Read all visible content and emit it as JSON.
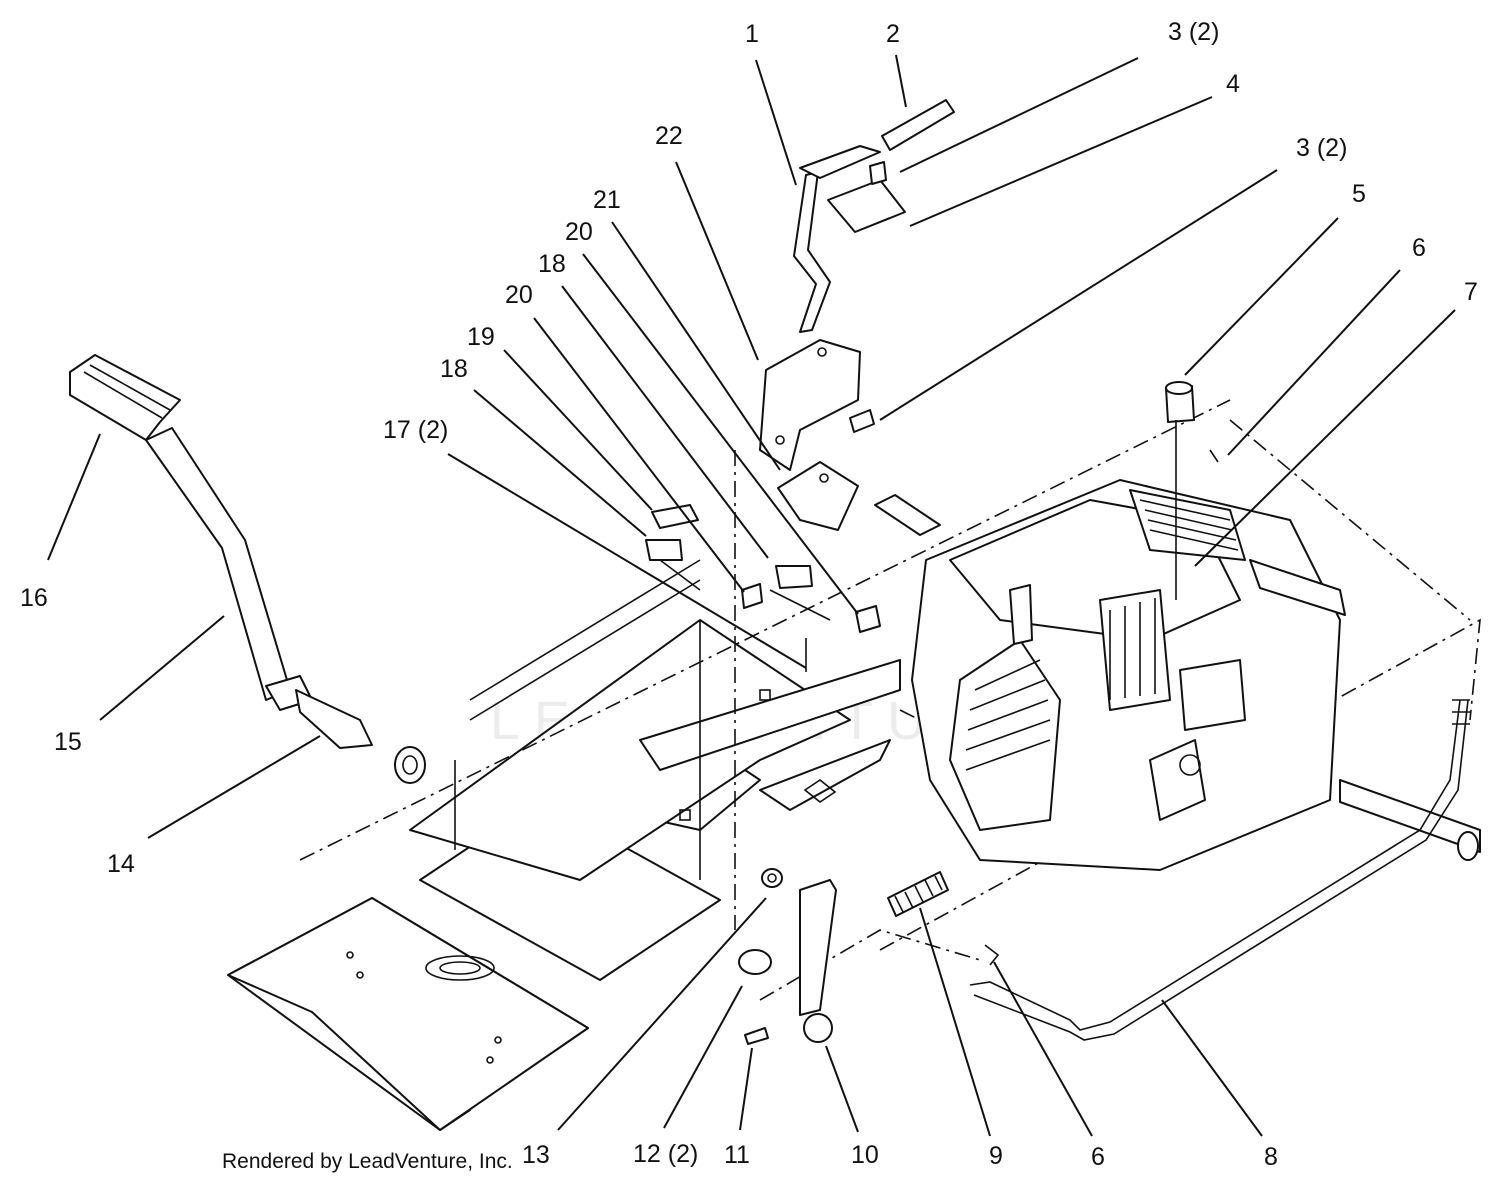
{
  "diagram": {
    "credit": "Rendered by LeadVenture, Inc.",
    "watermark": "LEADVENTURE",
    "callouts": [
      {
        "id": "c1",
        "text": "1"
      },
      {
        "id": "c2",
        "text": "2"
      },
      {
        "id": "c3a",
        "text": "3 (2)"
      },
      {
        "id": "c4",
        "text": "4"
      },
      {
        "id": "c3b",
        "text": "3 (2)"
      },
      {
        "id": "c5",
        "text": "5"
      },
      {
        "id": "c6a",
        "text": "6"
      },
      {
        "id": "c7",
        "text": "7"
      },
      {
        "id": "c22",
        "text": "22"
      },
      {
        "id": "c21",
        "text": "21"
      },
      {
        "id": "c20a",
        "text": "20"
      },
      {
        "id": "c18a",
        "text": "18"
      },
      {
        "id": "c20b",
        "text": "20"
      },
      {
        "id": "c19",
        "text": "19"
      },
      {
        "id": "c18b",
        "text": "18"
      },
      {
        "id": "c17",
        "text": "17 (2)"
      },
      {
        "id": "c16",
        "text": "16"
      },
      {
        "id": "c15",
        "text": "15"
      },
      {
        "id": "c14",
        "text": "14"
      },
      {
        "id": "c13",
        "text": "13"
      },
      {
        "id": "c12",
        "text": "12 (2)"
      },
      {
        "id": "c11",
        "text": "11"
      },
      {
        "id": "c10",
        "text": "10"
      },
      {
        "id": "c9",
        "text": "9"
      },
      {
        "id": "c6b",
        "text": "6"
      },
      {
        "id": "c8",
        "text": "8"
      }
    ]
  }
}
